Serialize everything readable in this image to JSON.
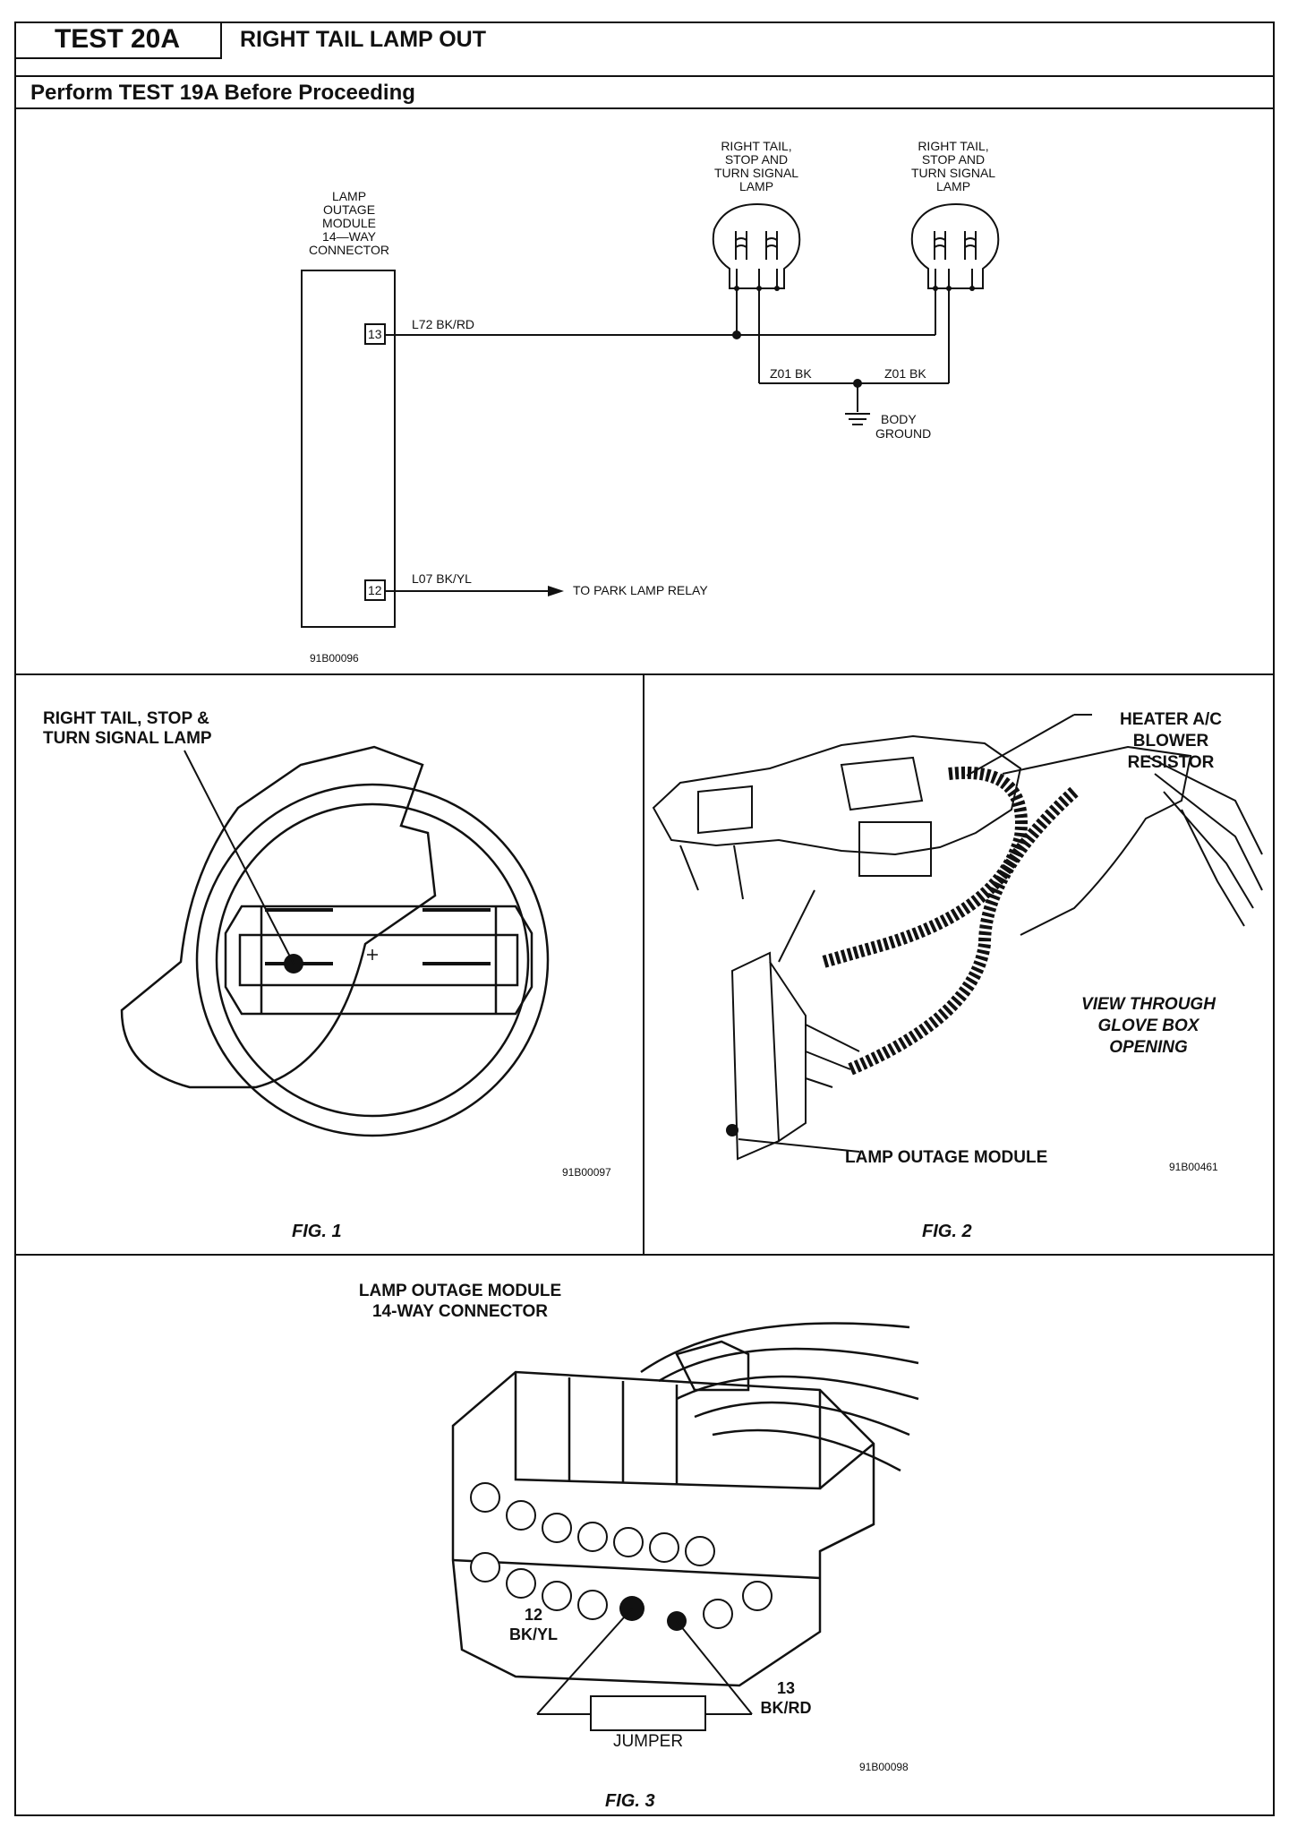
{
  "header": {
    "test_id": "TEST 20A",
    "title": "RIGHT TAIL LAMP OUT",
    "perform_note": "Perform TEST 19A Before Proceeding"
  },
  "schematic": {
    "module_label": [
      "LAMP",
      "OUTAGE",
      "MODULE",
      "14—WAY",
      "CONNECTOR"
    ],
    "pin_13": "13",
    "pin_12": "12",
    "wire_l72": "L72 BK/RD",
    "wire_l07": "L07 BK/YL",
    "to_park": "TO PARK LAMP RELAY",
    "lamp1_label": [
      "RIGHT TAIL,",
      "STOP AND",
      "TURN SIGNAL",
      "LAMP"
    ],
    "lamp2_label": [
      "RIGHT TAIL,",
      "STOP AND",
      "TURN SIGNAL",
      "LAMP"
    ],
    "z01_left": "Z01 BK",
    "z01_right": "Z01 BK",
    "ground_label": [
      "BODY",
      "GROUND"
    ],
    "code": "91B00096"
  },
  "fig1": {
    "callout": [
      "RIGHT TAIL, STOP &",
      "TURN SIGNAL LAMP"
    ],
    "code": "91B00097",
    "caption": "FIG. 1"
  },
  "fig2": {
    "callout_heater": [
      "HEATER A/C",
      "BLOWER",
      "RESISTOR"
    ],
    "view_note": [
      "VIEW THROUGH",
      "GLOVE BOX",
      "OPENING"
    ],
    "callout_module": "LAMP OUTAGE MODULE",
    "code": "91B00461",
    "caption": "FIG. 2"
  },
  "fig3": {
    "title": [
      "LAMP OUTAGE MODULE",
      "14-WAY CONNECTOR"
    ],
    "pin12": [
      "12",
      "BK/YL"
    ],
    "pin13": [
      "13",
      "BK/RD"
    ],
    "jumper": "JUMPER",
    "code": "91B00098",
    "caption": "FIG. 3"
  }
}
